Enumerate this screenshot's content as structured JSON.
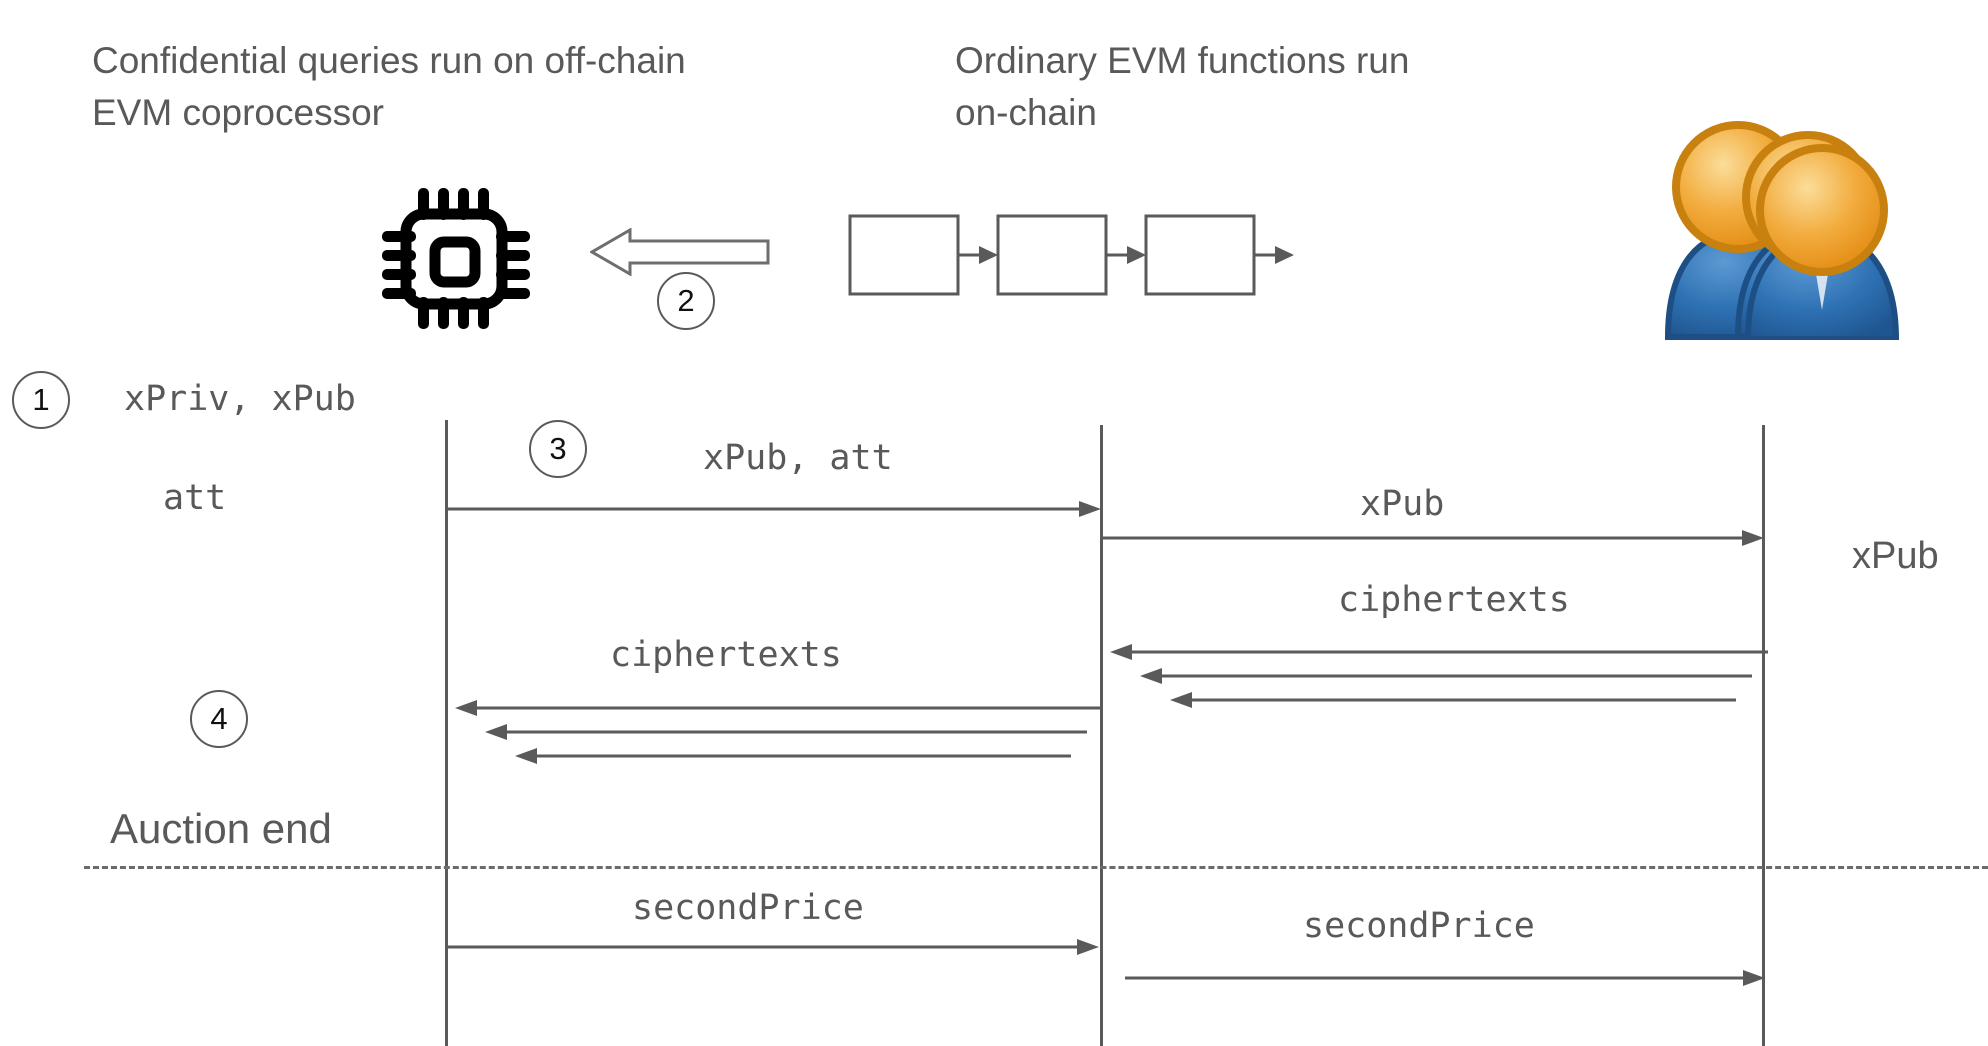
{
  "diagram": {
    "title_type": "protocol-sequence-diagram",
    "bg_color": "#ffffff",
    "text_color": "#595959",
    "line_color": "#5a5a5a"
  },
  "headers": {
    "offchain": "Confidential queries run on off-chain\nEVM coprocessor",
    "onchain": "Ordinary EVM functions run\non-chain"
  },
  "icons": {
    "cpu": "cpu-chip-icon",
    "users": "users-group-icon",
    "block_arrow_left": "block-arrow-left-icon",
    "blocks": [
      "block-1",
      "block-2",
      "block-3"
    ]
  },
  "steps": {
    "one": "1",
    "two": "2",
    "three": "3",
    "four": "4"
  },
  "labels": {
    "keys": "xPriv, xPub",
    "att": "att",
    "xpub_att": "xPub, att",
    "xpub_mid": "xPub",
    "xpub_right": "xPub",
    "ciphertexts_left": "ciphertexts",
    "ciphertexts_right": "ciphertexts",
    "auction_end": "Auction end",
    "second_price_left": "secondPrice",
    "second_price_right": "secondPrice"
  },
  "colors": {
    "head_fill": "#f0a830",
    "head_stroke": "#c8800f",
    "body_fill": "#2f6fb0",
    "body_stroke": "#1d4f85",
    "stroke": "#5a5a5a",
    "chip": "#000000"
  }
}
